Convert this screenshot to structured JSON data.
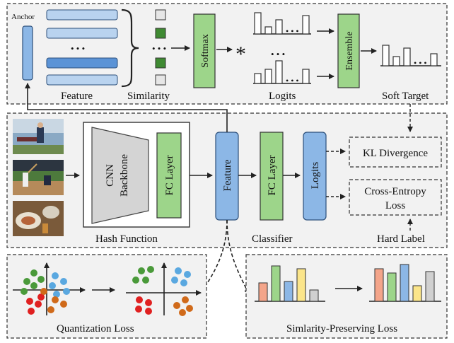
{
  "top": {
    "anchor_label": "Anchor",
    "feature_label": "Feature",
    "similarity_label": "Similarity",
    "softmax_label": "Softmax",
    "times_symbol": "*",
    "logits_label": "Logits",
    "ensemble_label": "Ensemble",
    "soft_target_label": "Soft Target",
    "ellipsis": "• • •"
  },
  "middle": {
    "cnn_label_1": "CNN",
    "cnn_label_2": "Backbone",
    "fc_layer_label": "FC Layer",
    "hash_function_label": "Hash Function",
    "feature_label": "Feature",
    "classifier_fc_label": "FC Layer",
    "logits_label": "Logits",
    "classifier_label": "Classifier",
    "kl_label": "KL Divergence",
    "ce_label_1": "Cross-Entropy",
    "ce_label_2": "Loss",
    "hard_label": "Hard Label"
  },
  "bottom": {
    "quantization_label": "Quantization Loss",
    "similarity_preserving_label": "Simlarity-Preserving Loss"
  },
  "colors": {
    "green": "#9dd58a",
    "blue": "#8cb7e6",
    "bar_red": "#f4a58a",
    "bar_green": "#9dd58a",
    "bar_blue": "#8cb7e6",
    "bar_yellow": "#fbe58a",
    "bar_gray": "#d0d0d0"
  }
}
